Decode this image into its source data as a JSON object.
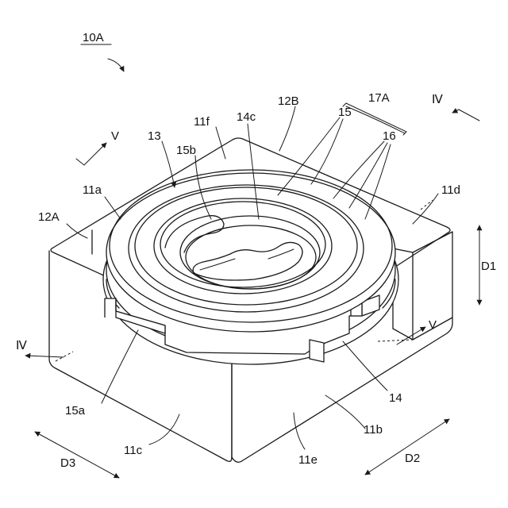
{
  "figure": {
    "reference_numerals": {
      "device": "10A",
      "n11a": "11a",
      "n11b": "11b",
      "n11c": "11c",
      "n11d": "11d",
      "n11e": "11e",
      "n11f": "11f",
      "n12A": "12A",
      "n12B": "12B",
      "n13": "13",
      "n14": "14",
      "n14c": "14c",
      "n15": "15",
      "n15a": "15a",
      "n15b": "15b",
      "n16": "16",
      "n17A": "17A"
    },
    "section_marks": {
      "iv_top": "Ⅳ",
      "iv_left": "Ⅳ",
      "v_top": "V",
      "v_right": "V"
    },
    "directions": {
      "d1": "D1",
      "d2": "D2",
      "d3": "D3"
    }
  }
}
